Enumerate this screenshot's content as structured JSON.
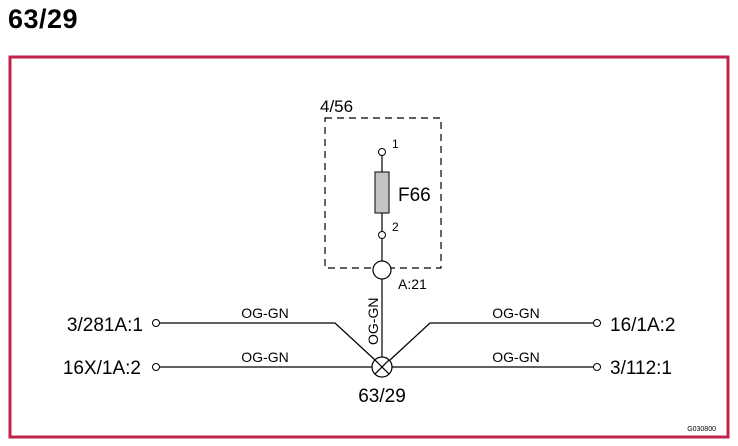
{
  "page": {
    "title": "63/29"
  },
  "colors": {
    "frame": "#c0224a",
    "fuse_fill": "#c4c4c4",
    "wire": "#000000"
  },
  "component": {
    "label": "4/56"
  },
  "fuse": {
    "label": "F66",
    "pin_top": "1",
    "pin_bottom": "2"
  },
  "connector": {
    "label": "A:21"
  },
  "vertical_wire": {
    "color_code": "OG-GN"
  },
  "splice": {
    "label": "63/29",
    "icon": "circle-cross-icon"
  },
  "wires": [
    {
      "endpoint": "3/281A:1",
      "color_code": "OG-GN"
    },
    {
      "endpoint": "16X/1A:2",
      "color_code": "OG-GN"
    },
    {
      "endpoint": "16/1A:2",
      "color_code": "OG-GN"
    },
    {
      "endpoint": "3/112:1",
      "color_code": "OG-GN"
    }
  ],
  "drawing_id": "G030800"
}
